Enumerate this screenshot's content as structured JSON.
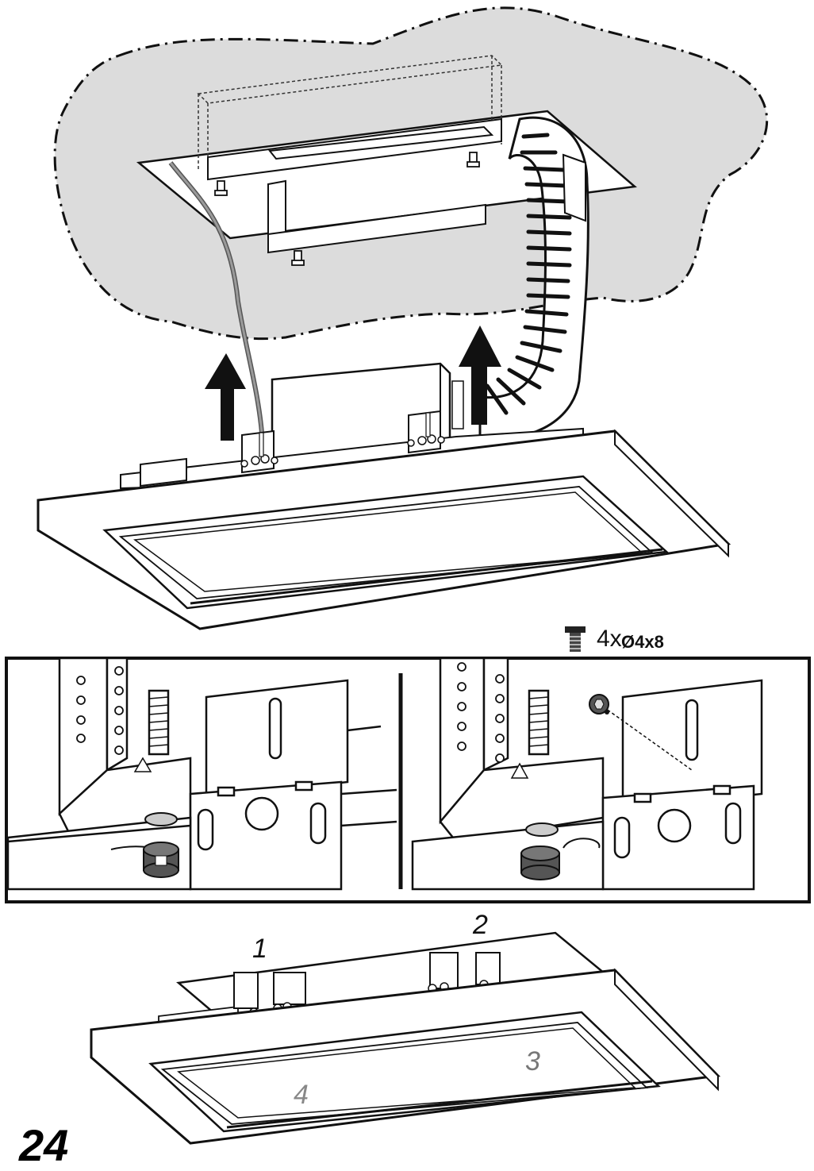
{
  "screw": {
    "count": "4x",
    "spec": "Ø4x8",
    "icon": "screw-icon"
  },
  "callouts": {
    "one": "1",
    "two": "2",
    "three": "3",
    "four": "4"
  },
  "step": {
    "number": "24"
  },
  "colors": {
    "ceiling_fill": "#dcdcdc",
    "line": "#111111",
    "arrow": "#111111",
    "cable": "#777777"
  }
}
